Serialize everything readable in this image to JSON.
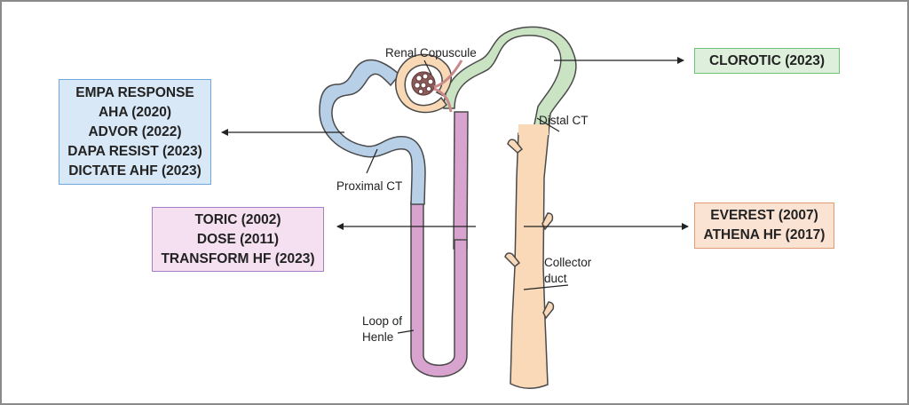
{
  "diagram": {
    "title": "Nephron segments and diuretic trials",
    "labels": {
      "renal_copuscule": "Renal Copuscule",
      "proximal_ct": "Proximal CT",
      "distal_ct": "Distal CT",
      "loop_of_henle_1": "Loop of",
      "loop_of_henle_2": "Henle",
      "collector_duct_1": "Collector",
      "collector_duct_2": "duct"
    },
    "segment_colors": {
      "proximal": "#b8cfe8",
      "capsule": "#f9d9b5",
      "loop": "#d9a3cf",
      "distal": "#c9e3c3",
      "collector": "#f9d9b8",
      "outline": "#4a4a4a"
    },
    "boxes": {
      "proximal": {
        "segment": "Proximal CT",
        "trials": [
          "EMPA RESPONSE",
          "AHA (2020)",
          "ADVOR (2022)",
          "DAPA RESIST (2023)",
          "DICTATE AHF (2023)"
        ],
        "fill": "#d9e8f7",
        "border": "#6fa8dc"
      },
      "loop": {
        "segment": "Loop of Henle",
        "trials": [
          "TORIC (2002)",
          "DOSE (2011)",
          "TRANSFORM HF (2023)"
        ],
        "fill": "#f4e0f0",
        "border": "#a67fc4"
      },
      "distal": {
        "segment": "Distal CT",
        "trials": [
          "CLOROTIC (2023)"
        ],
        "fill": "#def0dc",
        "border": "#6ec27a"
      },
      "collector": {
        "segment": "Collector duct",
        "trials": [
          "EVEREST (2007)",
          "ATHENA HF (2017)"
        ],
        "fill": "#fbe3d4",
        "border": "#e29a72"
      }
    }
  }
}
